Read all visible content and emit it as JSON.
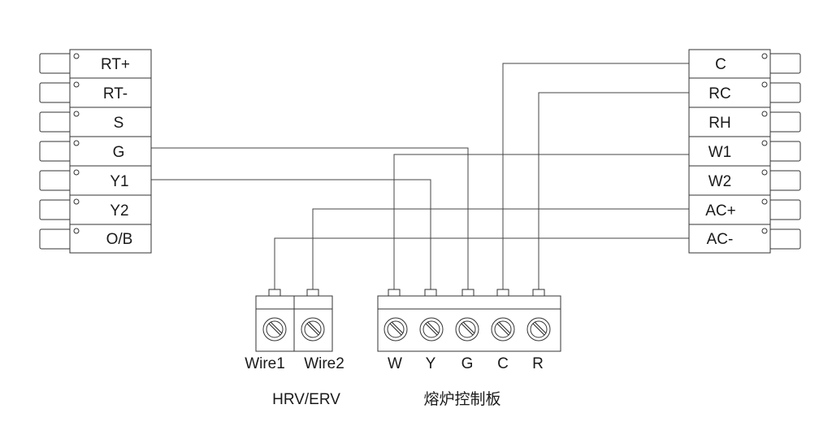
{
  "left_block": {
    "terminals": [
      "RT+",
      "RT-",
      "S",
      "G",
      "Y1",
      "Y2",
      "O/B"
    ]
  },
  "right_block": {
    "terminals": [
      "C",
      "RC",
      "RH",
      "W1",
      "W2",
      "AC+",
      "AC-"
    ]
  },
  "hrv_block": {
    "terminals": [
      "Wire1",
      "Wire2"
    ],
    "caption": "HRV/ERV"
  },
  "furnace_block": {
    "terminals": [
      "W",
      "Y",
      "G",
      "C",
      "R"
    ],
    "caption": "熔炉控制板"
  },
  "connections": [
    {
      "from": "G",
      "to": "furnace.G"
    },
    {
      "from": "Y1",
      "to": "furnace.Y"
    },
    {
      "from": "C",
      "to": "furnace.C"
    },
    {
      "from": "RC",
      "to": "furnace.R"
    },
    {
      "from": "W1",
      "to": "furnace.W"
    },
    {
      "from": "AC+",
      "to": "hrv.Wire2"
    },
    {
      "from": "AC-",
      "to": "hrv.Wire1"
    }
  ]
}
